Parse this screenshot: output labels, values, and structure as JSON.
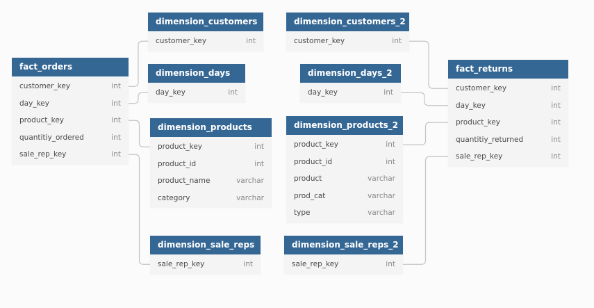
{
  "tables": [
    {
      "id": "fact_orders",
      "name": "fact_orders",
      "columns": [
        {
          "name": "customer_key",
          "type": "int"
        },
        {
          "name": "day_key",
          "type": "int"
        },
        {
          "name": "product_key",
          "type": "int"
        },
        {
          "name": "quantitiy_ordered",
          "type": "int"
        },
        {
          "name": "sale_rep_key",
          "type": "int"
        }
      ]
    },
    {
      "id": "dimension_customers",
      "name": "dimension_customers",
      "columns": [
        {
          "name": "customer_key",
          "type": "int"
        }
      ]
    },
    {
      "id": "dimension_days",
      "name": "dimension_days",
      "columns": [
        {
          "name": "day_key",
          "type": "int"
        }
      ]
    },
    {
      "id": "dimension_products",
      "name": "dimension_products",
      "columns": [
        {
          "name": "product_key",
          "type": "int"
        },
        {
          "name": "product_id",
          "type": "int"
        },
        {
          "name": "product_name",
          "type": "varchar"
        },
        {
          "name": "category",
          "type": "varchar"
        }
      ]
    },
    {
      "id": "dimension_sale_reps",
      "name": "dimension_sale_reps",
      "columns": [
        {
          "name": "sale_rep_key",
          "type": "int"
        }
      ]
    },
    {
      "id": "dimension_customers_2",
      "name": "dimension_customers_2",
      "columns": [
        {
          "name": "customer_key",
          "type": "int"
        }
      ]
    },
    {
      "id": "dimension_days_2",
      "name": "dimension_days_2",
      "columns": [
        {
          "name": "day_key",
          "type": "int"
        }
      ]
    },
    {
      "id": "dimension_products_2",
      "name": "dimension_products_2",
      "columns": [
        {
          "name": "product_key",
          "type": "int"
        },
        {
          "name": "product_id",
          "type": "int"
        },
        {
          "name": "product",
          "type": "varchar"
        },
        {
          "name": "prod_cat",
          "type": "varchar"
        },
        {
          "name": "type",
          "type": "varchar"
        }
      ]
    },
    {
      "id": "dimension_sale_reps_2",
      "name": "dimension_sale_reps_2",
      "columns": [
        {
          "name": "sale_rep_key",
          "type": "int"
        }
      ]
    },
    {
      "id": "fact_returns",
      "name": "fact_returns",
      "columns": [
        {
          "name": "customer_key",
          "type": "int"
        },
        {
          "name": "day_key",
          "type": "int"
        },
        {
          "name": "product_key",
          "type": "int"
        },
        {
          "name": "quantitiy_returned",
          "type": "int"
        },
        {
          "name": "sale_rep_key",
          "type": "int"
        }
      ]
    }
  ],
  "relationships": [
    {
      "from_table": "fact_orders",
      "from_column": "customer_key",
      "to_table": "dimension_customers",
      "to_column": "customer_key"
    },
    {
      "from_table": "fact_orders",
      "from_column": "day_key",
      "to_table": "dimension_days",
      "to_column": "day_key"
    },
    {
      "from_table": "fact_orders",
      "from_column": "product_key",
      "to_table": "dimension_products",
      "to_column": "product_key"
    },
    {
      "from_table": "fact_orders",
      "from_column": "sale_rep_key",
      "to_table": "dimension_sale_reps",
      "to_column": "sale_rep_key"
    },
    {
      "from_table": "fact_returns",
      "from_column": "customer_key",
      "to_table": "dimension_customers_2",
      "to_column": "customer_key"
    },
    {
      "from_table": "fact_returns",
      "from_column": "day_key",
      "to_table": "dimension_days_2",
      "to_column": "day_key"
    },
    {
      "from_table": "fact_returns",
      "from_column": "product_key",
      "to_table": "dimension_products_2",
      "to_column": "product_key"
    },
    {
      "from_table": "fact_returns",
      "from_column": "sale_rep_key",
      "to_table": "dimension_sale_reps_2",
      "to_column": "sale_rep_key"
    }
  ],
  "colors": {
    "header": "#356795",
    "header_text": "#ffffff",
    "body": "#f4f4f4",
    "link": "#c4c4c4",
    "background": "#fbfbfb"
  }
}
